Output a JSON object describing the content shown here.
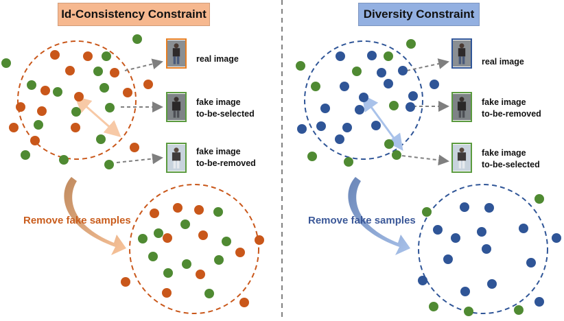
{
  "left_panel": {
    "title": "Id-Consistency Constraint",
    "labels": [
      {
        "line1": "real image",
        "line2": ""
      },
      {
        "line1": "fake image",
        "line2": "to-be-selected"
      },
      {
        "line1": "fake image",
        "line2": "to-be-removed"
      }
    ],
    "remove_text": "Remove fake samples"
  },
  "right_panel": {
    "title": "Diversity Constraint",
    "labels": [
      {
        "line1": "real image",
        "line2": ""
      },
      {
        "line1": "fake image",
        "line2": "to-be-removed"
      },
      {
        "line1": "fake image",
        "line2": "to-be-selected"
      }
    ],
    "remove_text": "Remove fake samples"
  },
  "colors": {
    "orange_dot": "#c9571a",
    "green_dot": "#4f8a32",
    "blue_dot": "#2f5597",
    "orange_dashed": "#c9571a",
    "blue_dashed": "#2f5597",
    "left_arrow_light": "#f7c9a6",
    "left_arrow_dark": "#c08a5e",
    "right_arrow_light": "#a9c2ea",
    "right_arrow_dark": "#6a86b8",
    "divider": "#808080"
  }
}
